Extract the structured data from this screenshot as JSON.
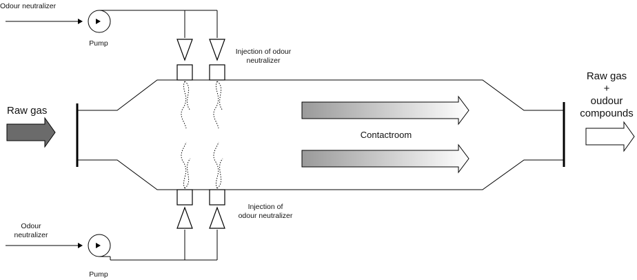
{
  "labels": {
    "neutralizer_top": "Odour neutralizer",
    "pump_top": "Pump",
    "neutralizer_bottom_1": "Odour",
    "neutralizer_bottom_2": "neutralizer",
    "pump_bottom": "Pump",
    "injection_top_1": "Injection of odour",
    "injection_top_2": "neutralizer",
    "injection_bottom_1": "Injection of",
    "injection_bottom_2": "odour neutralizer",
    "raw_gas_in": "Raw gas",
    "contactroom": "Contactroom",
    "out_1": "Raw gas",
    "out_2": "+",
    "out_3": "oudour",
    "out_4": "compounds"
  },
  "colors": {
    "line": "#000000",
    "inlet_arrow": "#6b6b6b",
    "gradient_start": "#9a9a9a",
    "gradient_end": "#ffffff"
  }
}
